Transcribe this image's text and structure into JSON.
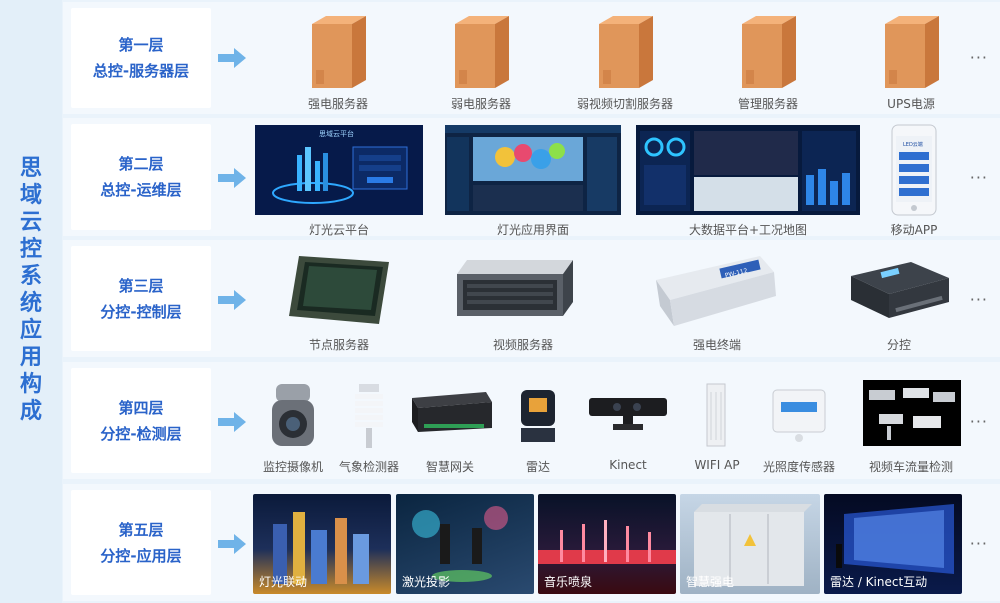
{
  "title_chars": [
    "思",
    "域",
    "云",
    "控",
    "系",
    "统",
    "应",
    "用",
    "构",
    "成"
  ],
  "layers": [
    {
      "line1": "第一层",
      "line2": "总控-服务器层",
      "items": [
        "强电服务器",
        "弱电服务器",
        "弱视频切割服务器",
        "管理服务器",
        "UPS电源"
      ]
    },
    {
      "line1": "第二层",
      "line2": "总控-运维层",
      "items": [
        "灯光云平台",
        "灯光应用界面",
        "大数据平台+工况地图",
        "移动APP"
      ]
    },
    {
      "line1": "第三层",
      "line2": "分控-控制层",
      "items": [
        "节点服务器",
        "视频服务器",
        "强电终端",
        "分控"
      ]
    },
    {
      "line1": "第四层",
      "line2": "分控-检测层",
      "items": [
        "监控摄像机",
        "气象检测器",
        "智慧网关",
        "雷达",
        "Kinect",
        "WIFI AP",
        "光照度传感器",
        "视频车流量检测"
      ]
    },
    {
      "line1": "第五层",
      "line2": "分控-应用层",
      "items": [
        "灯光联动",
        "激光投影",
        "音乐喷泉",
        "智慧强电",
        "雷达 / Kinect互动"
      ]
    }
  ],
  "more_label": "···",
  "screen_texts": {
    "cloud": "思域云平台",
    "app": "LED云端",
    "plc": "PW-112"
  },
  "colors": {
    "accent": "#2a63c9",
    "arrow": "#6fb3e8",
    "box": "#e0965a"
  }
}
